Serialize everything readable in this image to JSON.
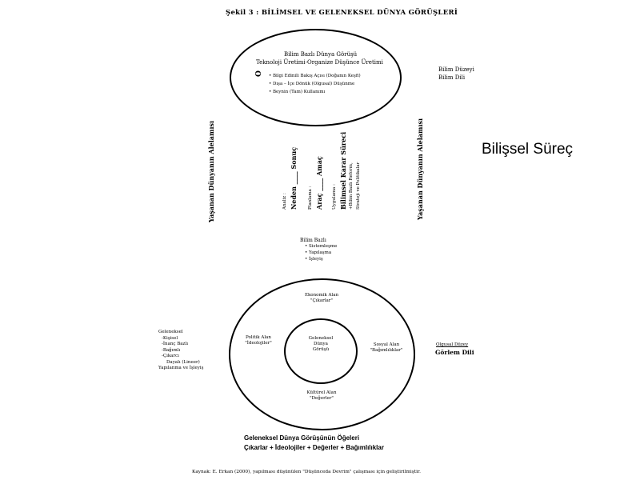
{
  "title": "Şekil 3 : BİLİMSEL VE GELENEKSEL DÜNYA GÖRÜŞLERİ",
  "top_ellipse": {
    "heading1": "Bilim Bazlı Dünya Görüşü",
    "heading2": "Teknoloji Üretimi-Organize Düşünce Üretimi",
    "marker": "O",
    "bullets": [
      "Bilgi Edinili Bakış Açısı (Doğanın Keşfi)",
      "Dışa – İçe Dönük (Olgusal) Düşünme",
      "Beynin (Tam) Kullanımı"
    ]
  },
  "right_top_labels": [
    "Bilim Düzeyi",
    "Bilim Dili"
  ],
  "big_label": "Bilişsel Süreç",
  "vertical_left": "Yaşanan Dünyanın Alelamısı",
  "vertical_right": "Yaşanan Dünyanın Alelamısı",
  "middle_columns": {
    "col1": {
      "small": "Analiz :",
      "main": "Neden ____ Sonuç"
    },
    "col2": {
      "small": "Planlama :",
      "main": "Araç ____ Amaç"
    },
    "col3": {
      "small": "Uygulama :",
      "main": "Bilimsel Karar Süreci",
      "sub1": "+Bilim Bazlı Reform,",
      "sub2": "Strateji ve Politikalar"
    }
  },
  "bilim_bazli_list": {
    "title": "Bilim Bazlı",
    "items": [
      "Sistemleşme",
      "Yapılaşma",
      "İşleyiş"
    ]
  },
  "bottom_circle": {
    "top": {
      "line1": "Ekonomik Alan",
      "line2": "\"Çıkarlar\""
    },
    "left": {
      "line1": "Politik Alan",
      "line2": "\"İdeolojiler\""
    },
    "right": {
      "line1": "Sosyal Alan",
      "line2": "\"Bağımlılıklar\""
    },
    "bottom": {
      "line1": "Kültürel Alan",
      "line2": "\"Değerler\""
    },
    "center": {
      "line1": "Geleneksel",
      "line2": "Dünya",
      "line3": "Görüşü"
    }
  },
  "left_notes": [
    "Geleneksel",
    "-Kişisel",
    "-İnanç Bazlı",
    "-Bağımlı",
    "-Çıkarcı",
    "Dayalı (Lineer)",
    "Yapılanma ve İşleyiş"
  ],
  "right_notes": {
    "line1": "Olgusal Düzey",
    "line2": "Görlem Dili"
  },
  "bottom_caption": {
    "line1": "Geleneksel Dünya Görüşünün Öğeleri",
    "line2": "Çıkarlar + İdeolojiler + Değerler + Bağımlılıklar"
  },
  "footer": "Kaynak: E. Erkan (2000), yapılması düşünülen \"Düşünceda Devrim\" çalışması için geliştirilmiştir."
}
